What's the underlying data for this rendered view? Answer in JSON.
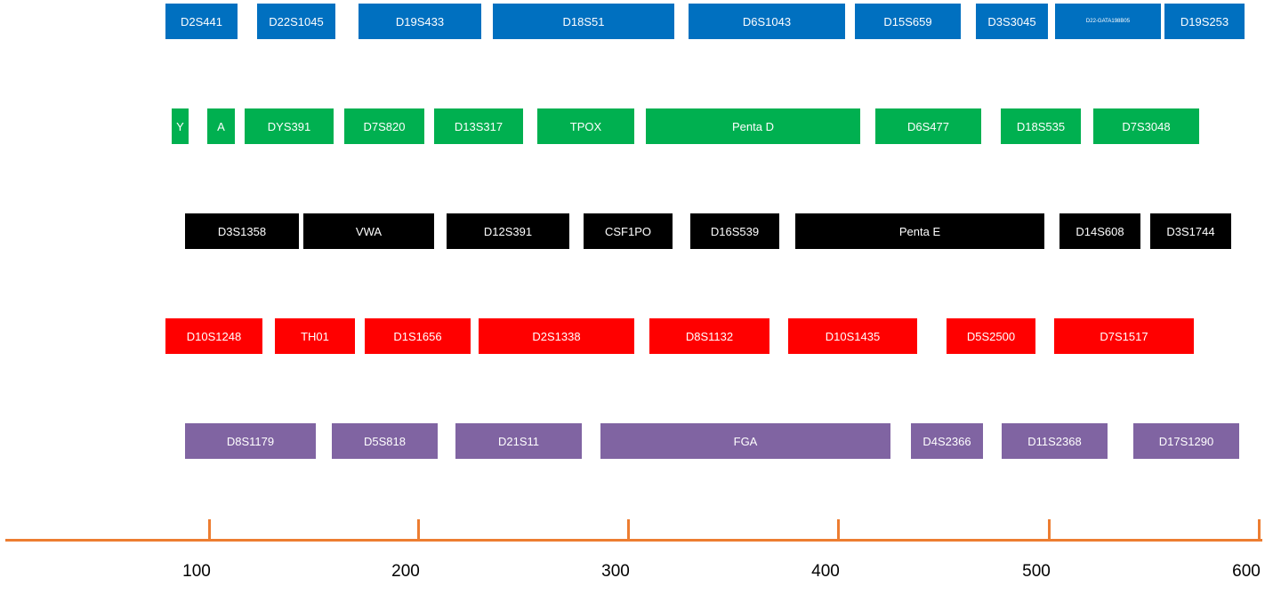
{
  "rows": [
    {
      "color": "#0070c0",
      "markers": [
        {
          "label": "D2S441"
        },
        {
          "label": "D22S1045"
        },
        {
          "label": "D19S433"
        },
        {
          "label": "D18S51"
        },
        {
          "label": "D6S1043"
        },
        {
          "label": "D15S659"
        },
        {
          "label": "D3S3045"
        },
        {
          "label": "D22-GATA198B05"
        },
        {
          "label": "D19S253"
        }
      ]
    },
    {
      "color": "#00b050",
      "markers": [
        {
          "label": "Y"
        },
        {
          "label": "A"
        },
        {
          "label": "DYS391"
        },
        {
          "label": "D7S820"
        },
        {
          "label": "D13S317"
        },
        {
          "label": "TPOX"
        },
        {
          "label": "Penta D"
        },
        {
          "label": "D6S477"
        },
        {
          "label": "D18S535"
        },
        {
          "label": "D7S3048"
        }
      ]
    },
    {
      "color": "#000000",
      "markers": [
        {
          "label": "D3S1358"
        },
        {
          "label": "VWA"
        },
        {
          "label": "D12S391"
        },
        {
          "label": "CSF1PO"
        },
        {
          "label": "D16S539"
        },
        {
          "label": "Penta E"
        },
        {
          "label": "D14S608"
        },
        {
          "label": "D3S1744"
        }
      ]
    },
    {
      "color": "#ff0000",
      "markers": [
        {
          "label": "D10S1248"
        },
        {
          "label": "TH01"
        },
        {
          "label": "D1S1656"
        },
        {
          "label": "D2S1338"
        },
        {
          "label": "D8S1132"
        },
        {
          "label": "D10S1435"
        },
        {
          "label": "D5S2500"
        },
        {
          "label": "D7S1517"
        }
      ]
    },
    {
      "color": "#8064a2",
      "markers": [
        {
          "label": "D8S1179"
        },
        {
          "label": "D5S818"
        },
        {
          "label": "D21S11"
        },
        {
          "label": "FGA"
        },
        {
          "label": "D4S2366"
        },
        {
          "label": "D11S2368"
        },
        {
          "label": "D17S1290"
        }
      ]
    }
  ],
  "axis": {
    "color": "#ed7d31",
    "ticks": [
      "100",
      "200",
      "300",
      "400",
      "500",
      "600"
    ]
  }
}
